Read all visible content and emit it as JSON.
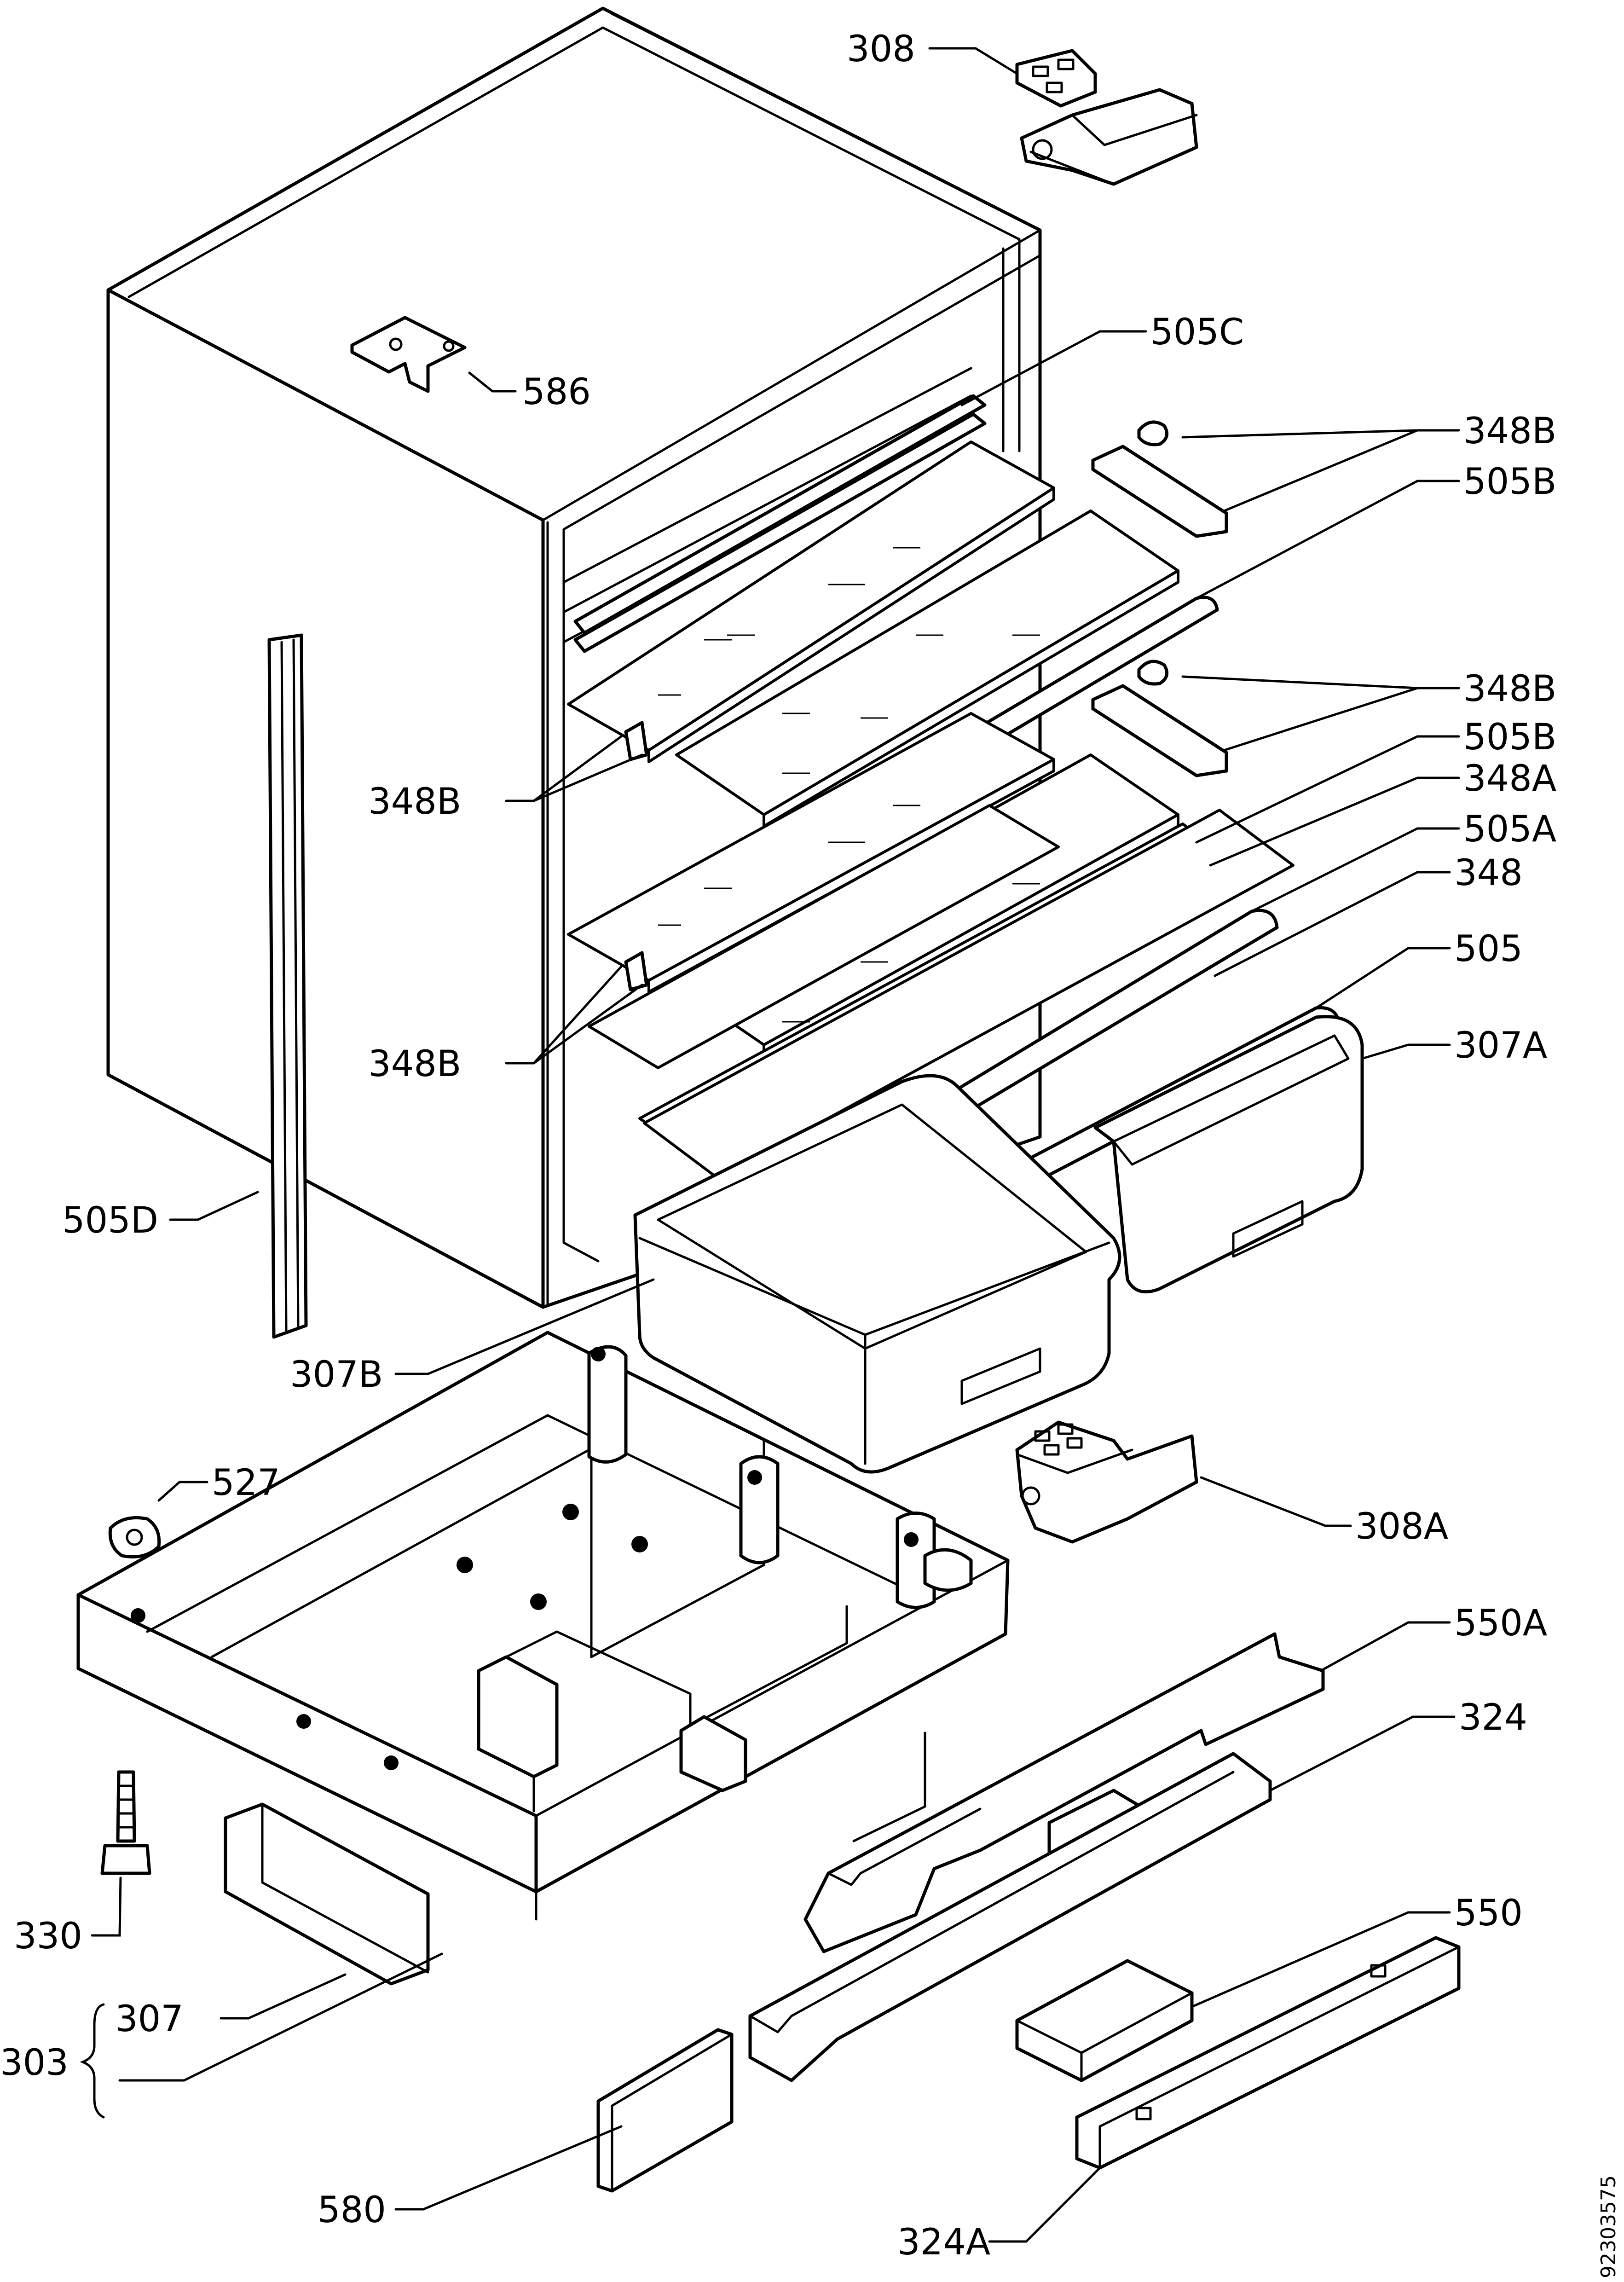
{
  "labels": {
    "p308": "308",
    "p586": "586",
    "p505C": "505C",
    "p348B_1": "348B",
    "p505B_1": "505B",
    "p348B_2": "348B",
    "p505B_2": "505B",
    "p348A": "348A",
    "p505A": "505A",
    "p348": "348",
    "p505": "505",
    "p307A": "307A",
    "p348B_3": "348B",
    "p348B_4": "348B",
    "p505D": "505D",
    "p307B": "307B",
    "p527": "527",
    "p308A": "308A",
    "p550A": "550A",
    "p324": "324",
    "p330": "330",
    "p550": "550",
    "p307": "307",
    "p303": "303",
    "p580": "580",
    "p324A": "324A"
  },
  "document_id": "92303575"
}
